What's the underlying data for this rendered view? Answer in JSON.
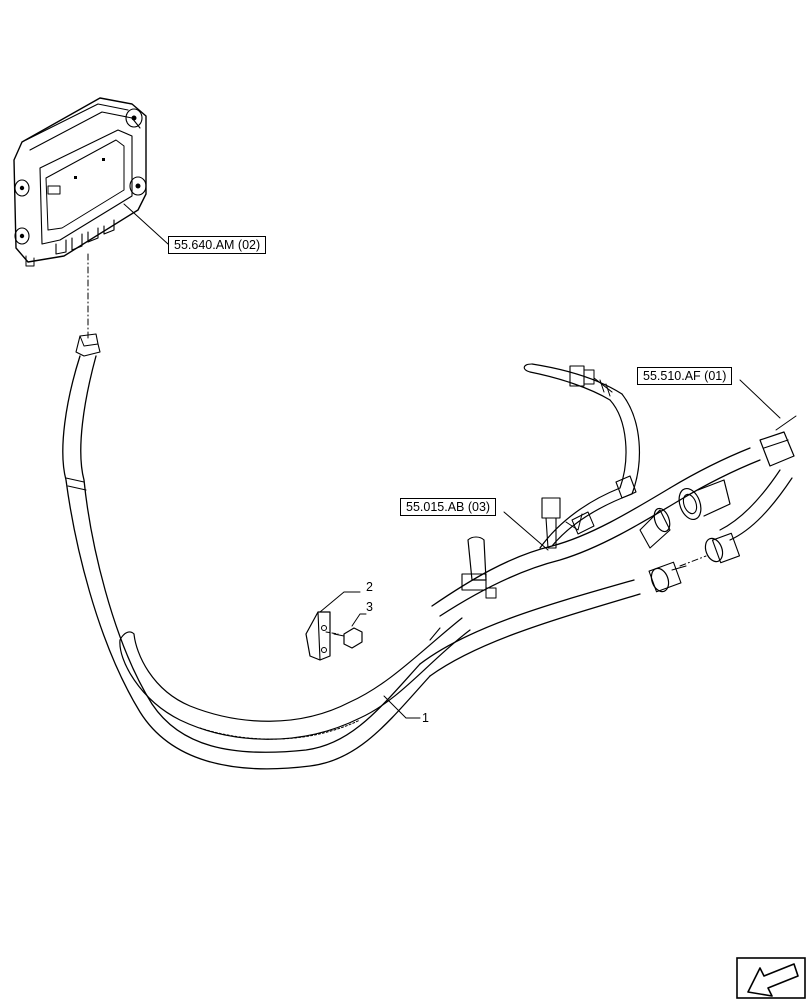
{
  "references": [
    {
      "id": "ecu",
      "label": "55.640.AM (02)"
    },
    {
      "id": "harness",
      "label": "55.015.AB (03)"
    },
    {
      "id": "connector",
      "label": "55.510.AF (01)"
    }
  ],
  "callouts": [
    {
      "id": "item1",
      "label": "1"
    },
    {
      "id": "item2",
      "label": "2"
    },
    {
      "id": "item3",
      "label": "3"
    }
  ],
  "nav_icon": "arrow-left-icon"
}
